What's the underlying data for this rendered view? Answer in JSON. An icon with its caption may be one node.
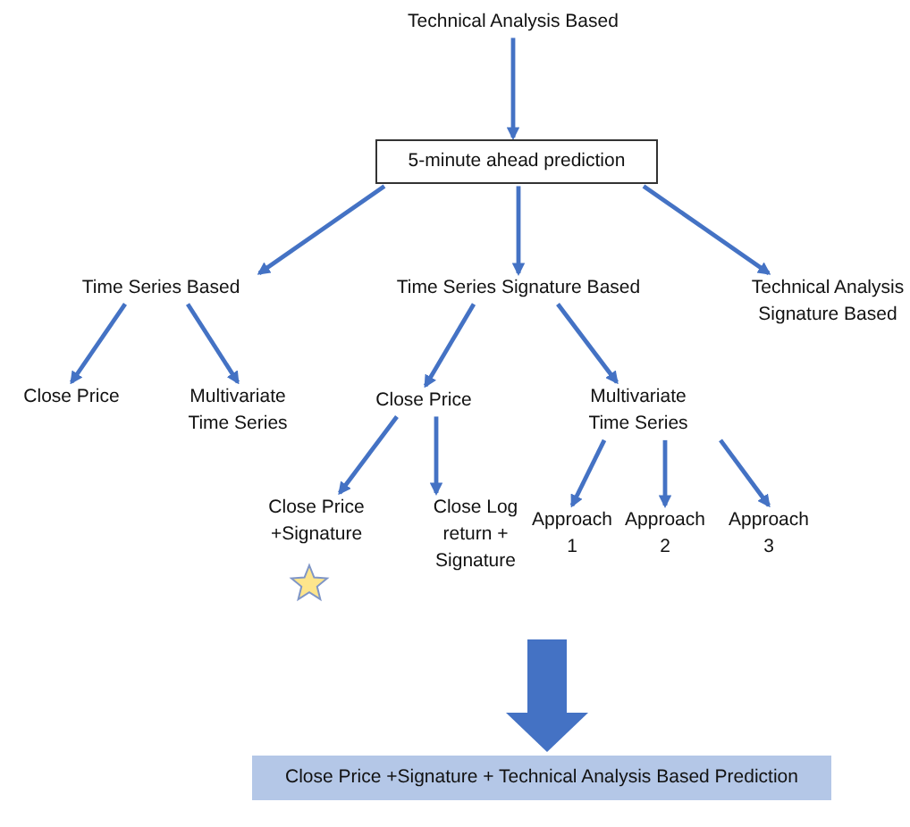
{
  "diagram": {
    "nodes": [
      {
        "text": [
          "Technical Analysis Based"
        ]
      },
      {
        "text": [
          "5-minute ahead prediction"
        ]
      },
      {
        "text": [
          "Time Series Based"
        ]
      },
      {
        "text": [
          "Time Series Signature Based"
        ]
      },
      {
        "text": [
          "Technical Analysis Signature Based"
        ]
      },
      {
        "text": [
          "Close Price"
        ]
      },
      {
        "text": [
          "Multivariate Time Series"
        ]
      },
      {
        "text": [
          "Close Price"
        ]
      },
      {
        "text": [
          "Multivariate Time Series"
        ]
      },
      {
        "text": [
          "Close Price +Signature"
        ]
      },
      {
        "text": [
          "Close Log return + Signature"
        ]
      },
      {
        "text": [
          "Approach 1"
        ]
      },
      {
        "text": [
          "Approach 2"
        ]
      },
      {
        "text": [
          "Approach 3"
        ]
      },
      {
        "text": [
          "Close Price +Signature + Technical Analysis Based Prediction"
        ]
      }
    ],
    "edges": [
      {
        "from": 0,
        "to": 1,
        "arrow": "to"
      },
      {
        "from": 1,
        "to": 2,
        "arrow": "to"
      },
      {
        "from": 1,
        "to": 3,
        "arrow": "to"
      },
      {
        "from": 1,
        "to": 4,
        "arrow": "to"
      },
      {
        "from": 2,
        "to": 5,
        "arrow": "to"
      },
      {
        "from": 2,
        "to": 6,
        "arrow": "to"
      },
      {
        "from": 3,
        "to": 7,
        "arrow": "to"
      },
      {
        "from": 3,
        "to": 8,
        "arrow": "to"
      },
      {
        "from": 7,
        "to": 9,
        "arrow": "to"
      },
      {
        "from": 7,
        "to": 10,
        "arrow": "to"
      },
      {
        "from": 8,
        "to": 11,
        "arrow": "to"
      },
      {
        "from": 8,
        "to": 12,
        "arrow": "to"
      },
      {
        "from": 8,
        "to": 13,
        "arrow": "to"
      },
      {
        "from": null,
        "to": 14,
        "arrow": "to",
        "style": "thick"
      }
    ]
  }
}
